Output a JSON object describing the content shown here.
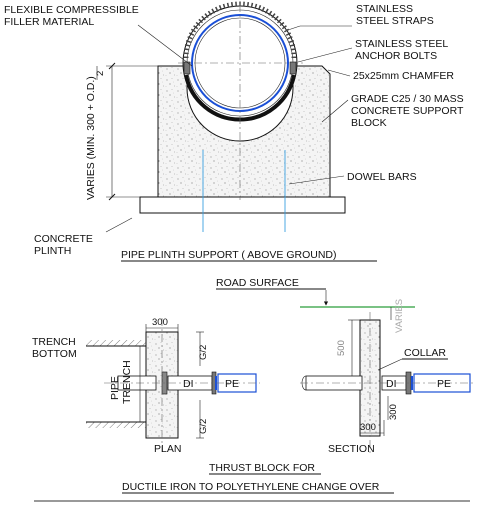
{
  "labels": {
    "filler": [
      "FLEXIBLE COMPRESSIBLE",
      "FILLER MATERIAL"
    ],
    "straps": [
      "STAINLESS",
      "STEEL STRAPS"
    ],
    "bolts": [
      "STAINLESS STEEL",
      "ANCHOR BOLTS"
    ],
    "chamfer": "25x25mm CHAMFER",
    "concrete": [
      "GRADE C25 / 30 MASS",
      "CONCRETE SUPPORT",
      "BLOCK"
    ],
    "dowels": "DOWEL BARS",
    "plinth": [
      "CONCRETE",
      "PLINTH"
    ],
    "varies_dim": "VARIES (MIN. 300 + O.D.)",
    "varies_frac": "2",
    "title_top": "PIPE PLINTH SUPPORT ( ABOVE GROUND)",
    "road": "ROAD SURFACE",
    "varies_small": "VARIES",
    "dim_500": "500",
    "collar": "COLLAR",
    "trench_bottom": [
      "TRENCH",
      "BOTTOM"
    ],
    "pipe_trench": [
      "PIPE",
      "TRENCH"
    ],
    "dim_300_plan": "300",
    "g2": "G/2",
    "di": "DI",
    "pe": "PE",
    "dim_300_side": "300",
    "dim_300_bottom": "300",
    "plan": "PLAN",
    "section": "SECTION",
    "title_bottom": [
      "THRUST BLOCK FOR",
      "DUCTILE IRON TO POLYETHYLENE CHANGE OVER"
    ]
  }
}
